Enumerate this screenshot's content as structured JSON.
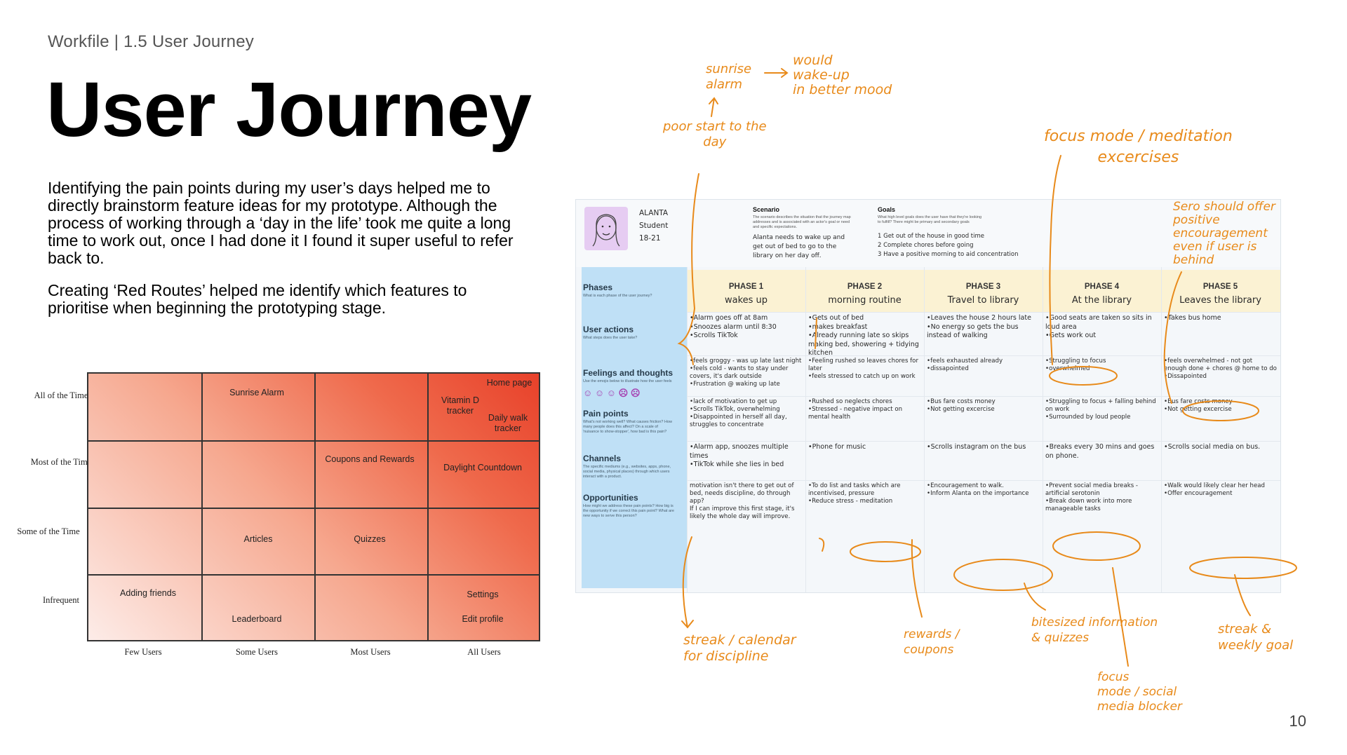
{
  "breadcrumb": "Workfile  |  1.5 User Journey",
  "title": "User Journey",
  "para1": "Identifying the pain points during my user’s days helped me to directly brainstorm feature ideas for my prototype. Although the process of working through a ‘day in the life’ took me quite a long time to work out, once I had done it I found it super useful to refer back to.",
  "para2": "Creating ‘Red Routes’ helped me identify which features to prioritise when beginning the prototyping stage.",
  "page_number": "10",
  "red_routes": {
    "rows": [
      "All of the Time",
      "Most of the Time",
      "Some of the Time",
      "Infrequent"
    ],
    "cols": [
      "Few Users",
      "Some Users",
      "Most Users",
      "All Users"
    ],
    "items": {
      "sunrise": "Sunrise Alarm",
      "home": "Home page",
      "vitamin": "Vitamin D tracker",
      "walk": "Daily walk tracker",
      "coupons": "Coupons and Rewards",
      "daylight": "Daylight Countdown",
      "articles": "Articles",
      "quizzes": "Quizzes",
      "friends": "Adding friends",
      "leaderboard": "Leaderboard",
      "settings": "Settings",
      "profile": "Edit profile"
    }
  },
  "journey": {
    "persona": [
      "ALANTA",
      "Student",
      "18-21"
    ],
    "scenario_title": "Scenario",
    "scenario_sub": "The scenario describes the situation that the journey map addresses and is associated with an actor's goal or need and specific expectations.",
    "scenario_text": "Alanta needs to wake up and get out of bed to go to the library on her day off.",
    "goals_title": "Goals",
    "goals_sub": "What high level goals does the user have that they're looking to fulfill? There might be primary and secondary goals",
    "goals_text": "1 Get out of the house in good time\n2 Complete chores before going\n3 Have a positive morning to aid concentration",
    "side": [
      {
        "title": "Phases",
        "sub": "What is each phase of the user journey?"
      },
      {
        "title": "User actions",
        "sub": "What steps does the user take?"
      },
      {
        "title": "Feelings and thoughts",
        "sub": "Use the emojis below to illustrate how the user feels"
      },
      {
        "title": "Pain points",
        "sub": "What's not working well? What causes friction? How many people does this affect? On a scale of 'nuisance to show-stopper', how bad is this pain?"
      },
      {
        "title": "Channels",
        "sub": "The specific mediums (e.g., websites, apps, phone, social media, physical places) through which users interact with a product."
      },
      {
        "title": "Opportunities",
        "sub": "How might we address these pain points? How big is the opportunity if we correct this pain point? What are new ways to serve this person?"
      }
    ],
    "phases": [
      {
        "label": "PHASE 1",
        "name": "wakes up",
        "actions": "•Alarm goes off at 8am\n•Snoozes alarm until 8:30\n•Scrolls TikTok",
        "feelings": "•feels groggy - was up late last night\n•feels cold - wants to stay under covers, it's dark outside\n•Frustration @ waking up late",
        "pain": "•lack of motivation to get up\n•Scrolls TikTok, overwhelming\n•Disappointed in herself all day, struggles to concentrate",
        "channels": "•Alarm app, snoozes multiple times\n•TikTok while she lies in bed",
        "opps": "motivation isn't there to get out of bed, needs discipline, do through app?\nIf I can improve this first stage, it's likely the whole day will improve."
      },
      {
        "label": "PHASE 2",
        "name": "morning routine",
        "actions": "•Gets out of bed\n•makes breakfast\n•Already running late so skips making bed, showering + tidying kitchen",
        "feelings": "•Feeling rushed so leaves chores for later\n•feels stressed to catch up on work",
        "pain": "•Rushed so neglects chores\n•Stressed - negative impact on mental health",
        "channels": "•Phone for music",
        "opps": "•To do list and tasks which are incentivised, pressure\n•Reduce stress - meditation"
      },
      {
        "label": "PHASE 3",
        "name": "Travel to library",
        "actions": "•Leaves the house 2 hours late\n•No energy so gets the bus instead of walking",
        "feelings": "•feels exhausted already\n•dissapointed",
        "pain": "•Bus fare costs money\n•Not getting excercise",
        "channels": "•Scrolls instagram on the bus",
        "opps": "•Encouragement to walk.\n•Inform Alanta on the importance"
      },
      {
        "label": "PHASE 4",
        "name": "At the library",
        "actions": "•Good seats are taken so sits in loud area\n•Gets work out",
        "feelings": "•Struggling to focus\n•overwhelmed",
        "pain": "•Struggling to focus + falling behind on work\n•Surrounded by loud people",
        "channels": "•Breaks every 30 mins and goes on phone.",
        "opps": "•Prevent social media breaks - artificial serotonin\n•Break down work into more manageable tasks"
      },
      {
        "label": "PHASE 5",
        "name": "Leaves the library",
        "actions": "•Takes bus home",
        "feelings": "•feels overwhelmed - not got enough done + chores @ home to do\n•Dissapointed",
        "pain": "•Bus fare costs money\n•Not getting excercise",
        "channels": "•Scrolls social media on bus.",
        "opps": "•Walk would likely clear her head\n•Offer encouragement"
      }
    ]
  },
  "annotations": {
    "sunrise": "sunrise\nalarm",
    "wake": "would\nwake-up\nin better mood",
    "poor": "poor start to the\nday",
    "focus": "focus mode / meditation\nexcercises",
    "sero": "Sero should offer\npositive\nencouragement\neven if user is\nbehind",
    "streak_cal": "streak / calendar\nfor discipline",
    "rewards": "rewards /\ncoupons",
    "bite": "bitesized information\n& quizzes",
    "focus_social": "focus\nmode / social\nmedia blocker",
    "streak_weekly": "streak &\nweekly goal"
  },
  "colors": {
    "accent_orange": "#e88a1a",
    "sidebar_blue": "#bfe0f6",
    "phase_yellow": "#fbf2d3"
  }
}
